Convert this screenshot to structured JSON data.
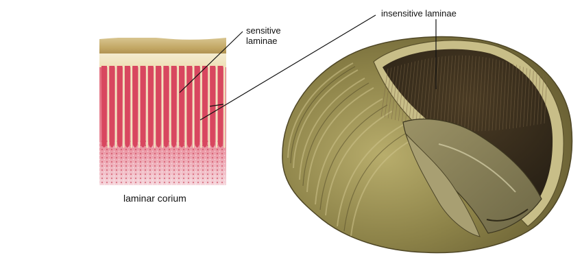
{
  "labels": {
    "sensitive_laminae": "sensitive laminae",
    "insensitive_laminae": "insensitive laminae",
    "laminar_corium": "laminar corium"
  },
  "colors": {
    "corium_pink": "#e26b7c",
    "laminae_cream": "#f3e6c2",
    "hoof_olive": "#8b8249",
    "hoof_dark": "#3d3420",
    "wall_tan": "#c9b47a"
  }
}
